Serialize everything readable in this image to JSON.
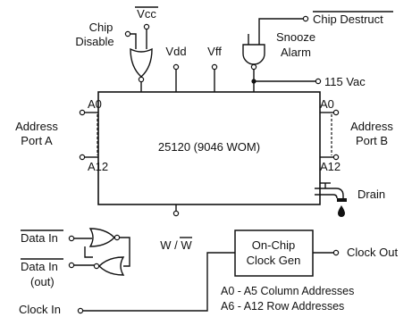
{
  "chip": {
    "part_label": "25120 (9046 WOM)",
    "vcc": "Vcc",
    "vdd": "Vdd",
    "vff": "Vff",
    "chip_disable": [
      "Chip",
      "Disable"
    ],
    "snooze_alarm": [
      "Snooze",
      "Alarm"
    ],
    "chip_destruct": "Chip Destruct",
    "vac": "115 Vac",
    "address_port_a": [
      "Address",
      "Port A"
    ],
    "address_port_b": [
      "Address",
      "Port B"
    ],
    "a0_left": "A0",
    "a12_left": "A12",
    "a0_right": "A0",
    "a12_right": "A12",
    "drain": "Drain",
    "write_label": "W / W"
  },
  "logic": {
    "data_in": "Data In",
    "data_in_out_1": "Data In",
    "data_in_out_2": "(out)"
  },
  "clock": {
    "gen": [
      "On-Chip",
      "Clock Gen"
    ],
    "clock_out": "Clock Out",
    "clock_in": "Clock In"
  },
  "notes": [
    "A0 - A5 Column Addresses",
    "A6 - A12 Row Addresses"
  ]
}
